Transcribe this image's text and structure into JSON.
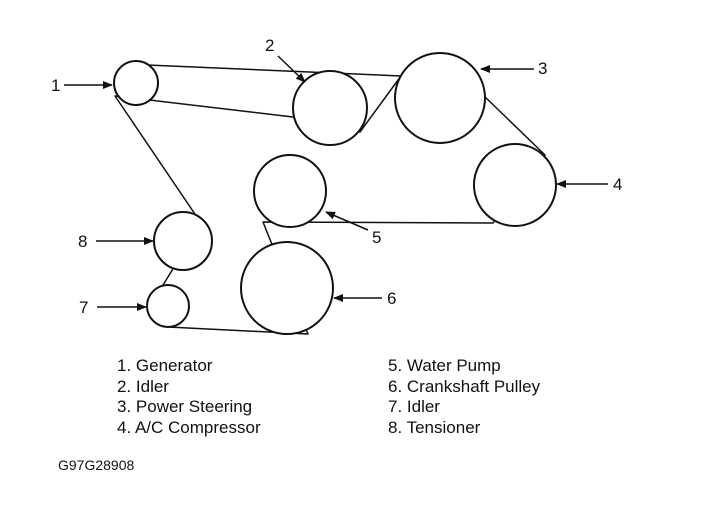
{
  "diagram": {
    "colors": {
      "line": "#111111",
      "background": "#ffffff"
    },
    "pulleys": [
      {
        "number": "1",
        "name": "Generator"
      },
      {
        "number": "2",
        "name": "Idler"
      },
      {
        "number": "3",
        "name": "Power Steering"
      },
      {
        "number": "4",
        "name": "A/C Compressor"
      },
      {
        "number": "5",
        "name": "Water Pump"
      },
      {
        "number": "6",
        "name": "Crankshaft Pulley"
      },
      {
        "number": "7",
        "name": "Idler"
      },
      {
        "number": "8",
        "name": "Tensioner"
      }
    ],
    "legend": {
      "left": [
        "1. Generator",
        "2. Idler",
        "3. Power Steering",
        "4. A/C Compressor"
      ],
      "right": [
        "5. Water Pump",
        "6. Crankshaft Pulley",
        "7. Idler",
        "8. Tensioner"
      ]
    },
    "figure_code": "G97G28908"
  }
}
